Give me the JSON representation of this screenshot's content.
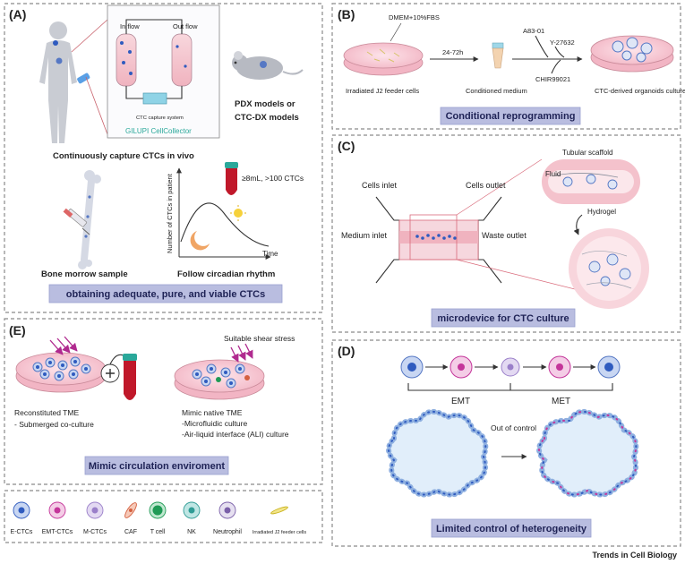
{
  "panels": {
    "a": {
      "label": "(A)",
      "inflow": "In flow",
      "outflow": "Out flow",
      "capture_system": "CTC capture system",
      "gilupi": "GILUPI CellCollector",
      "pdx_line1": "PDX models or",
      "pdx_line2": "CTC-DX models",
      "capture_caption": "Continuously capture CTCs in vivo",
      "blood_label": "≥8mL, >100 CTCs",
      "yaxis": "Number of CTCs in patient",
      "xaxis": "Time",
      "bone_caption": "Bone morrow sample",
      "circadian_caption": "Follow circadian rhythm",
      "banner": "obtaining adequate, pure, and viable CTCs"
    },
    "b": {
      "label": "(B)",
      "medium": "DMEM+10%FBS",
      "time": "24-72h",
      "a83": "A83-01",
      "y27632": "Y-27632",
      "chir": "CHIR99021",
      "irradiated": "Irradiated J2 feeder cells",
      "conditioned": "Conditioned medium",
      "organoids": "CTC-derived organoids culture",
      "banner": "Conditional reprogramming"
    },
    "c": {
      "label": "(C)",
      "tubular": "Tubular scaffold",
      "fluid": "Fluid",
      "cells_inlet": "Cells inlet",
      "cells_outlet": "Cells outlet",
      "medium_inlet": "Medium inlet",
      "waste_outlet": "Waste outlet",
      "hydrogel": "Hydrogel",
      "banner": "microdevice for CTC culture"
    },
    "d": {
      "label": "(D)",
      "emt": "EMT",
      "met": "MET",
      "out_of_control": "Out of control",
      "banner": "Limited control of heterogeneity"
    },
    "e": {
      "label": "(E)",
      "shear": "Suitable shear stress",
      "left_line1": "Reconstituted TME",
      "left_line2": "- Submerged co-culture",
      "right_line1": "Mimic native TME",
      "right_line2": "-Microfluidic culture",
      "right_line3": "-Air-liquid interface (ALI) culture",
      "banner": "Mimic circulation enviroment"
    }
  },
  "legend": [
    {
      "label": "E-CTCs",
      "icon": "e-ctc-icon",
      "color": "#c8d6f2",
      "nucleus": "#2f5bbf"
    },
    {
      "label": "EMT-CTCs",
      "icon": "emt-ctc-icon",
      "color": "#f4cde6",
      "nucleus": "#c4359a"
    },
    {
      "label": "M-CTCs",
      "icon": "m-ctc-icon",
      "color": "#e3d9f2",
      "nucleus": "#9a7fc9"
    },
    {
      "label": "CAF",
      "icon": "caf-icon",
      "color": "#f6c9b8",
      "nucleus": "#d4603f"
    },
    {
      "label": "T cell",
      "icon": "t-cell-icon",
      "color": "#bfe8cf",
      "nucleus": "#1f9a55"
    },
    {
      "label": "NK",
      "icon": "nk-icon",
      "color": "#bfe6e4",
      "nucleus": "#2f9c95"
    },
    {
      "label": "Neutrophil",
      "icon": "neutrophil-icon",
      "color": "#e6e0f0",
      "nucleus": "#7a5fa8"
    },
    {
      "label": "Irradiated J2 feeder cells",
      "icon": "feeder-cell-icon",
      "color": "#f2e58a",
      "nucleus": "#c9b21c"
    }
  ],
  "footer": {
    "journal": "Trends in Cell Biology"
  },
  "colors": {
    "banner": "#b9bde0",
    "banner_text": "#1f2356",
    "dish_pink": "#f7c9d4",
    "blood_red": "#c0182a",
    "teal": "#2aa89a"
  }
}
